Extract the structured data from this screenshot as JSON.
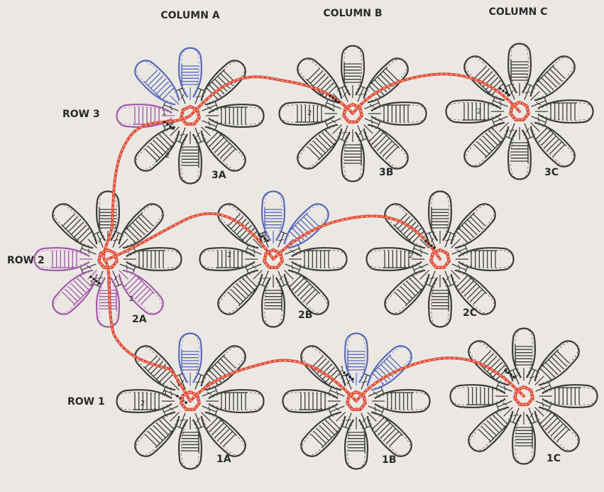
{
  "columns": [
    "COLUMN A",
    "COLUMN B",
    "COLUMN C"
  ],
  "rows": [
    "ROW 3",
    "ROW 2",
    "ROW 1"
  ],
  "motifs": [
    "3A",
    "3B",
    "3C",
    "2A",
    "2B",
    "2C",
    "1A",
    "1B",
    "1C"
  ],
  "step_labels": [
    "1",
    "2"
  ],
  "colors": {
    "background": "#ebe8e4",
    "stitch": "#3b3b3b",
    "join_path": "#e0503a",
    "center_ring": "#e0503a",
    "blue_petals": "#5a68b8",
    "purple_petals": "#a358a8",
    "background_watermark": "#dcd8d3"
  }
}
